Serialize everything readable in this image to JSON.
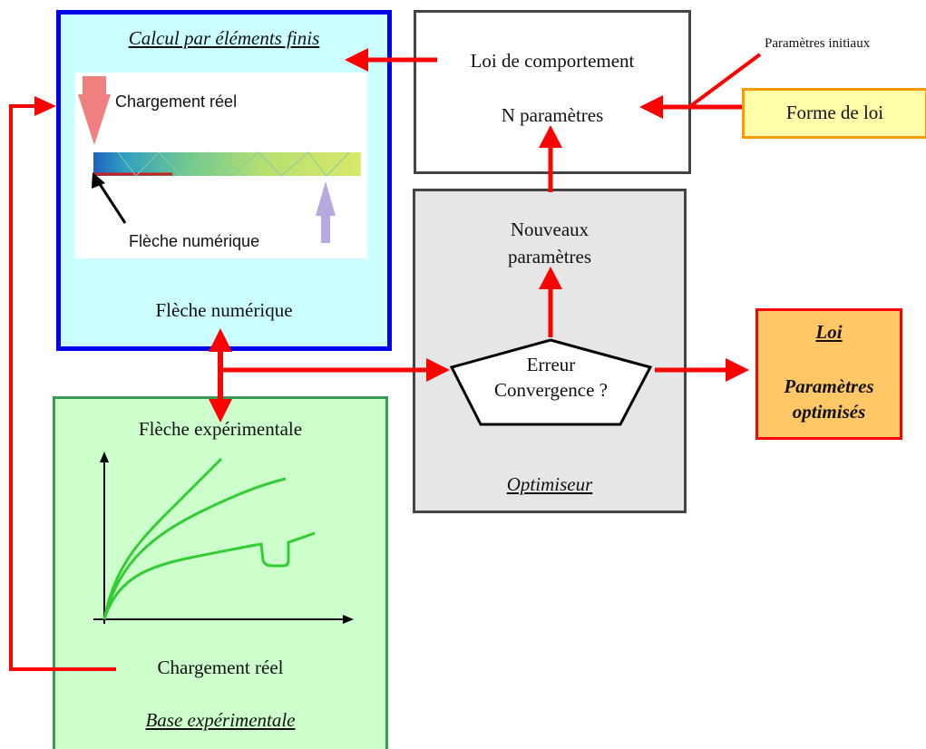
{
  "fem_box": {
    "title": "Calcul par éléments finis",
    "image_label_load": "Chargement réel",
    "image_label_deflection": "Flèche numérique",
    "output_label": "Flèche numérique"
  },
  "law_box": {
    "line1": "Loi de comportement",
    "line2": "N paramètres"
  },
  "initial_params_label": "Paramètres initiaux",
  "law_form_box": {
    "label": "Forme de loi"
  },
  "optimizer_box": {
    "new_params": "Nouveaux\nparamètres",
    "decision_line1": "Erreur",
    "decision_line2": "Convergence ?",
    "title": "Optimiseur"
  },
  "result_box": {
    "title": "Loi",
    "line1": "Paramètres",
    "line2": "optimisés"
  },
  "exp_box": {
    "curve_label": "Flèche expérimentale",
    "load_label": "Chargement réel",
    "title": "Base expérimentale"
  },
  "colors": {
    "arrow": "#ff0000",
    "fem_fill": "#ccffff",
    "fem_border": "#0000ee",
    "exp_fill": "#ccffcc",
    "exp_border": "#3a9a5a",
    "optimizer_fill": "#e6e6e6",
    "result_fill": "#ffc766",
    "law_form_fill": "#ffffaa",
    "law_form_border": "#ff9900",
    "curve": "#33cc33"
  }
}
